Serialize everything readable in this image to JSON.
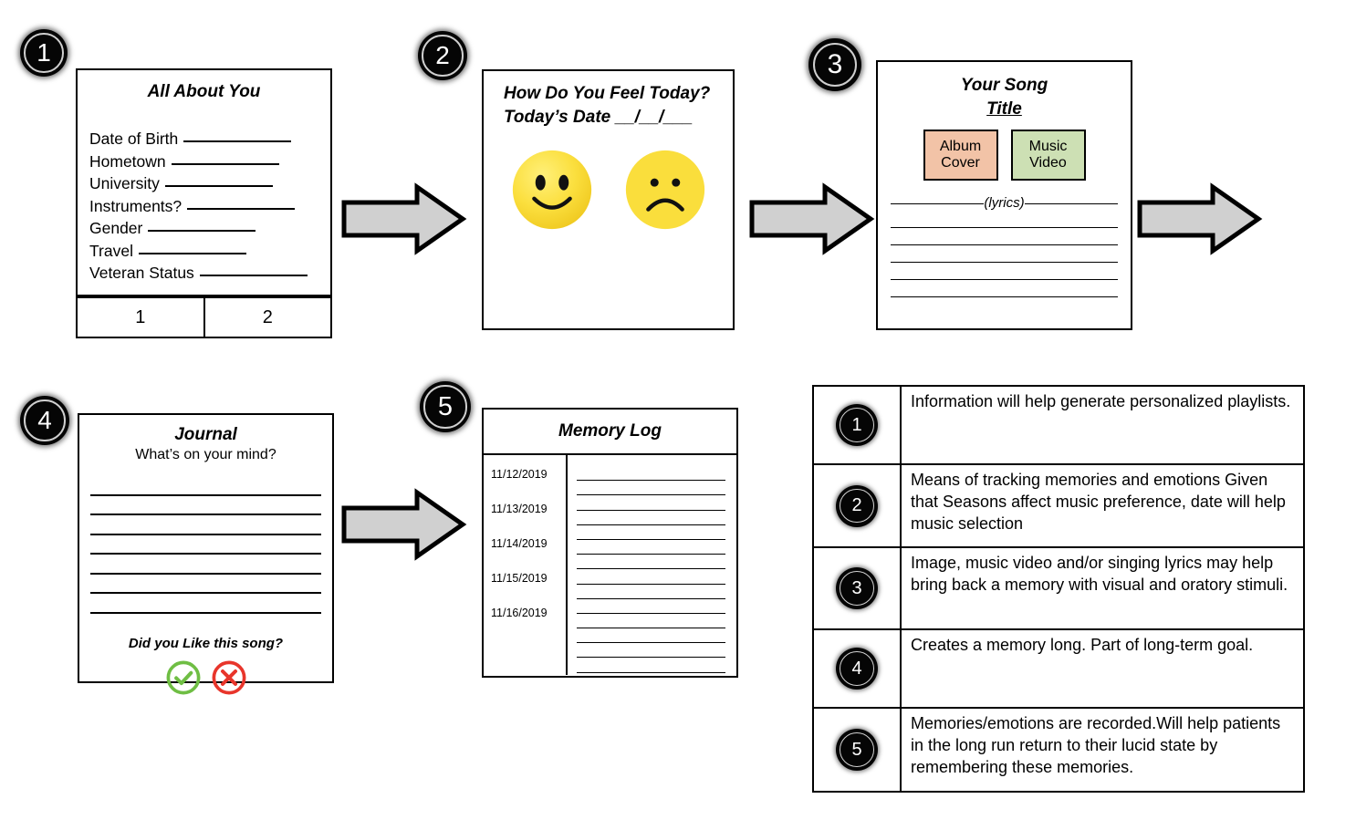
{
  "badges": [
    {
      "number": "1"
    },
    {
      "number": "2"
    },
    {
      "number": "3"
    },
    {
      "number": "4"
    },
    {
      "number": "5"
    }
  ],
  "card_you": {
    "title": "All About You",
    "fields": [
      "Date of Birth",
      "Hometown",
      "University",
      "Instruments?",
      "Gender",
      "Travel",
      "Veteran Status"
    ],
    "footer": [
      "1",
      "2"
    ]
  },
  "card_feel": {
    "question": "How Do You Feel Today?",
    "date_line": "Today’s Date __/__/___",
    "faces": [
      {
        "name": "happy-face",
        "mood": "happy"
      },
      {
        "name": "sad-face",
        "mood": "sad"
      }
    ]
  },
  "card_song": {
    "title_line1": "Your Song",
    "title_line2": "Title",
    "media": [
      {
        "label_line1": "Album",
        "label_line2": "Cover",
        "color": "#F2C3A7"
      },
      {
        "label_line1": "Music",
        "label_line2": "Video",
        "color": "#CDE0B4"
      }
    ],
    "lyrics_label": "(lyrics)",
    "lyric_line_count": 5
  },
  "card_journal": {
    "title": "Journal",
    "subtitle": "What’s on your mind?",
    "line_count": 7,
    "like_question": "Did you Like this song?",
    "buttons": [
      {
        "name": "like-yes",
        "glyph": "✓",
        "color": "#6FBE44"
      },
      {
        "name": "like-no",
        "glyph": "✕",
        "color": "#E8352B"
      }
    ]
  },
  "card_memory": {
    "title": "Memory Log",
    "dates": [
      "11/12/2019",
      "11/13/2019",
      "11/14/2019",
      "11/15/2019",
      "11/16/2019"
    ],
    "line_count": 14
  },
  "legend": {
    "rows": [
      {
        "number": "1",
        "text": "Information will help generate personalized playlists."
      },
      {
        "number": "2",
        "text": "Means of tracking memories and emotions Given that Seasons affect music preference, date will help music selection"
      },
      {
        "number": "3",
        "text": "Image, music video and/or singing lyrics may help bring back a memory with visual and oratory stimuli."
      },
      {
        "number": "4",
        "text": "Creates a memory long. Part of long-term goal."
      },
      {
        "number": "5",
        "text": "Memories/emotions are recorded.Will help patients in the long run return to their lucid state by remembering these memories."
      }
    ]
  },
  "arrows": [
    {
      "name": "arrow-you-to-feel"
    },
    {
      "name": "arrow-feel-to-song"
    },
    {
      "name": "arrow-song-to-next"
    },
    {
      "name": "arrow-journal-to-memory"
    }
  ],
  "colors": {
    "arrow_fill": "#D0D0D0",
    "outline": "#000000",
    "album_cover": "#F2C3A7",
    "music_video": "#CDE0B4",
    "yes_green": "#6FBE44",
    "no_red": "#E8352B",
    "face_yellow": "#FADE3C"
  }
}
